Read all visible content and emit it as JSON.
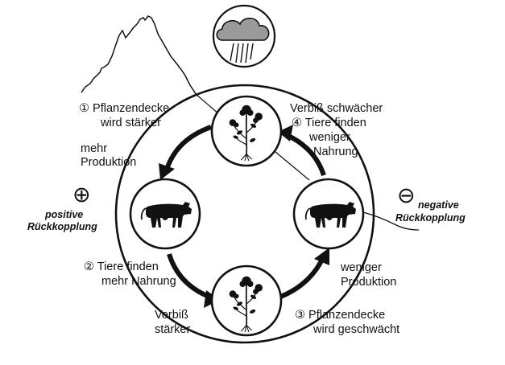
{
  "labels": {
    "step1_line1": "① Pflanzendecke",
    "step1_line2": "wird stärker",
    "mehr_prod_1": "mehr",
    "mehr_prod_2": "Produktion",
    "positive_symbol": "⊕",
    "positive_1": "positive",
    "positive_2": "Rückkopplung",
    "step2_line1": "② Tiere finden",
    "step2_line2": "mehr Nahrung",
    "verbiss_st_1": "Verbiß",
    "verbiss_st_2": "stärker",
    "step3_line1": "③ Pflanzendecke",
    "step3_line2": "wird geschwächt",
    "weniger_prod_1": "weniger",
    "weniger_prod_2": "Produktion",
    "negative_symbol": "⊖",
    "negative_1": "negative",
    "negative_2": "Rückkopplung",
    "verbiss_sw": "Verbiß schwächer",
    "step4_line1": "④ Tiere finden",
    "step4_line2": "weniger",
    "step4_line3": "Nahrung"
  },
  "icons": {
    "weather": "rain-cloud-icon",
    "plant": "plant-icon",
    "animal": "cow-icon"
  },
  "colors": {
    "ink": "#111111",
    "cloud_fill": "#9a9a9a",
    "paper": "#ffffff"
  }
}
